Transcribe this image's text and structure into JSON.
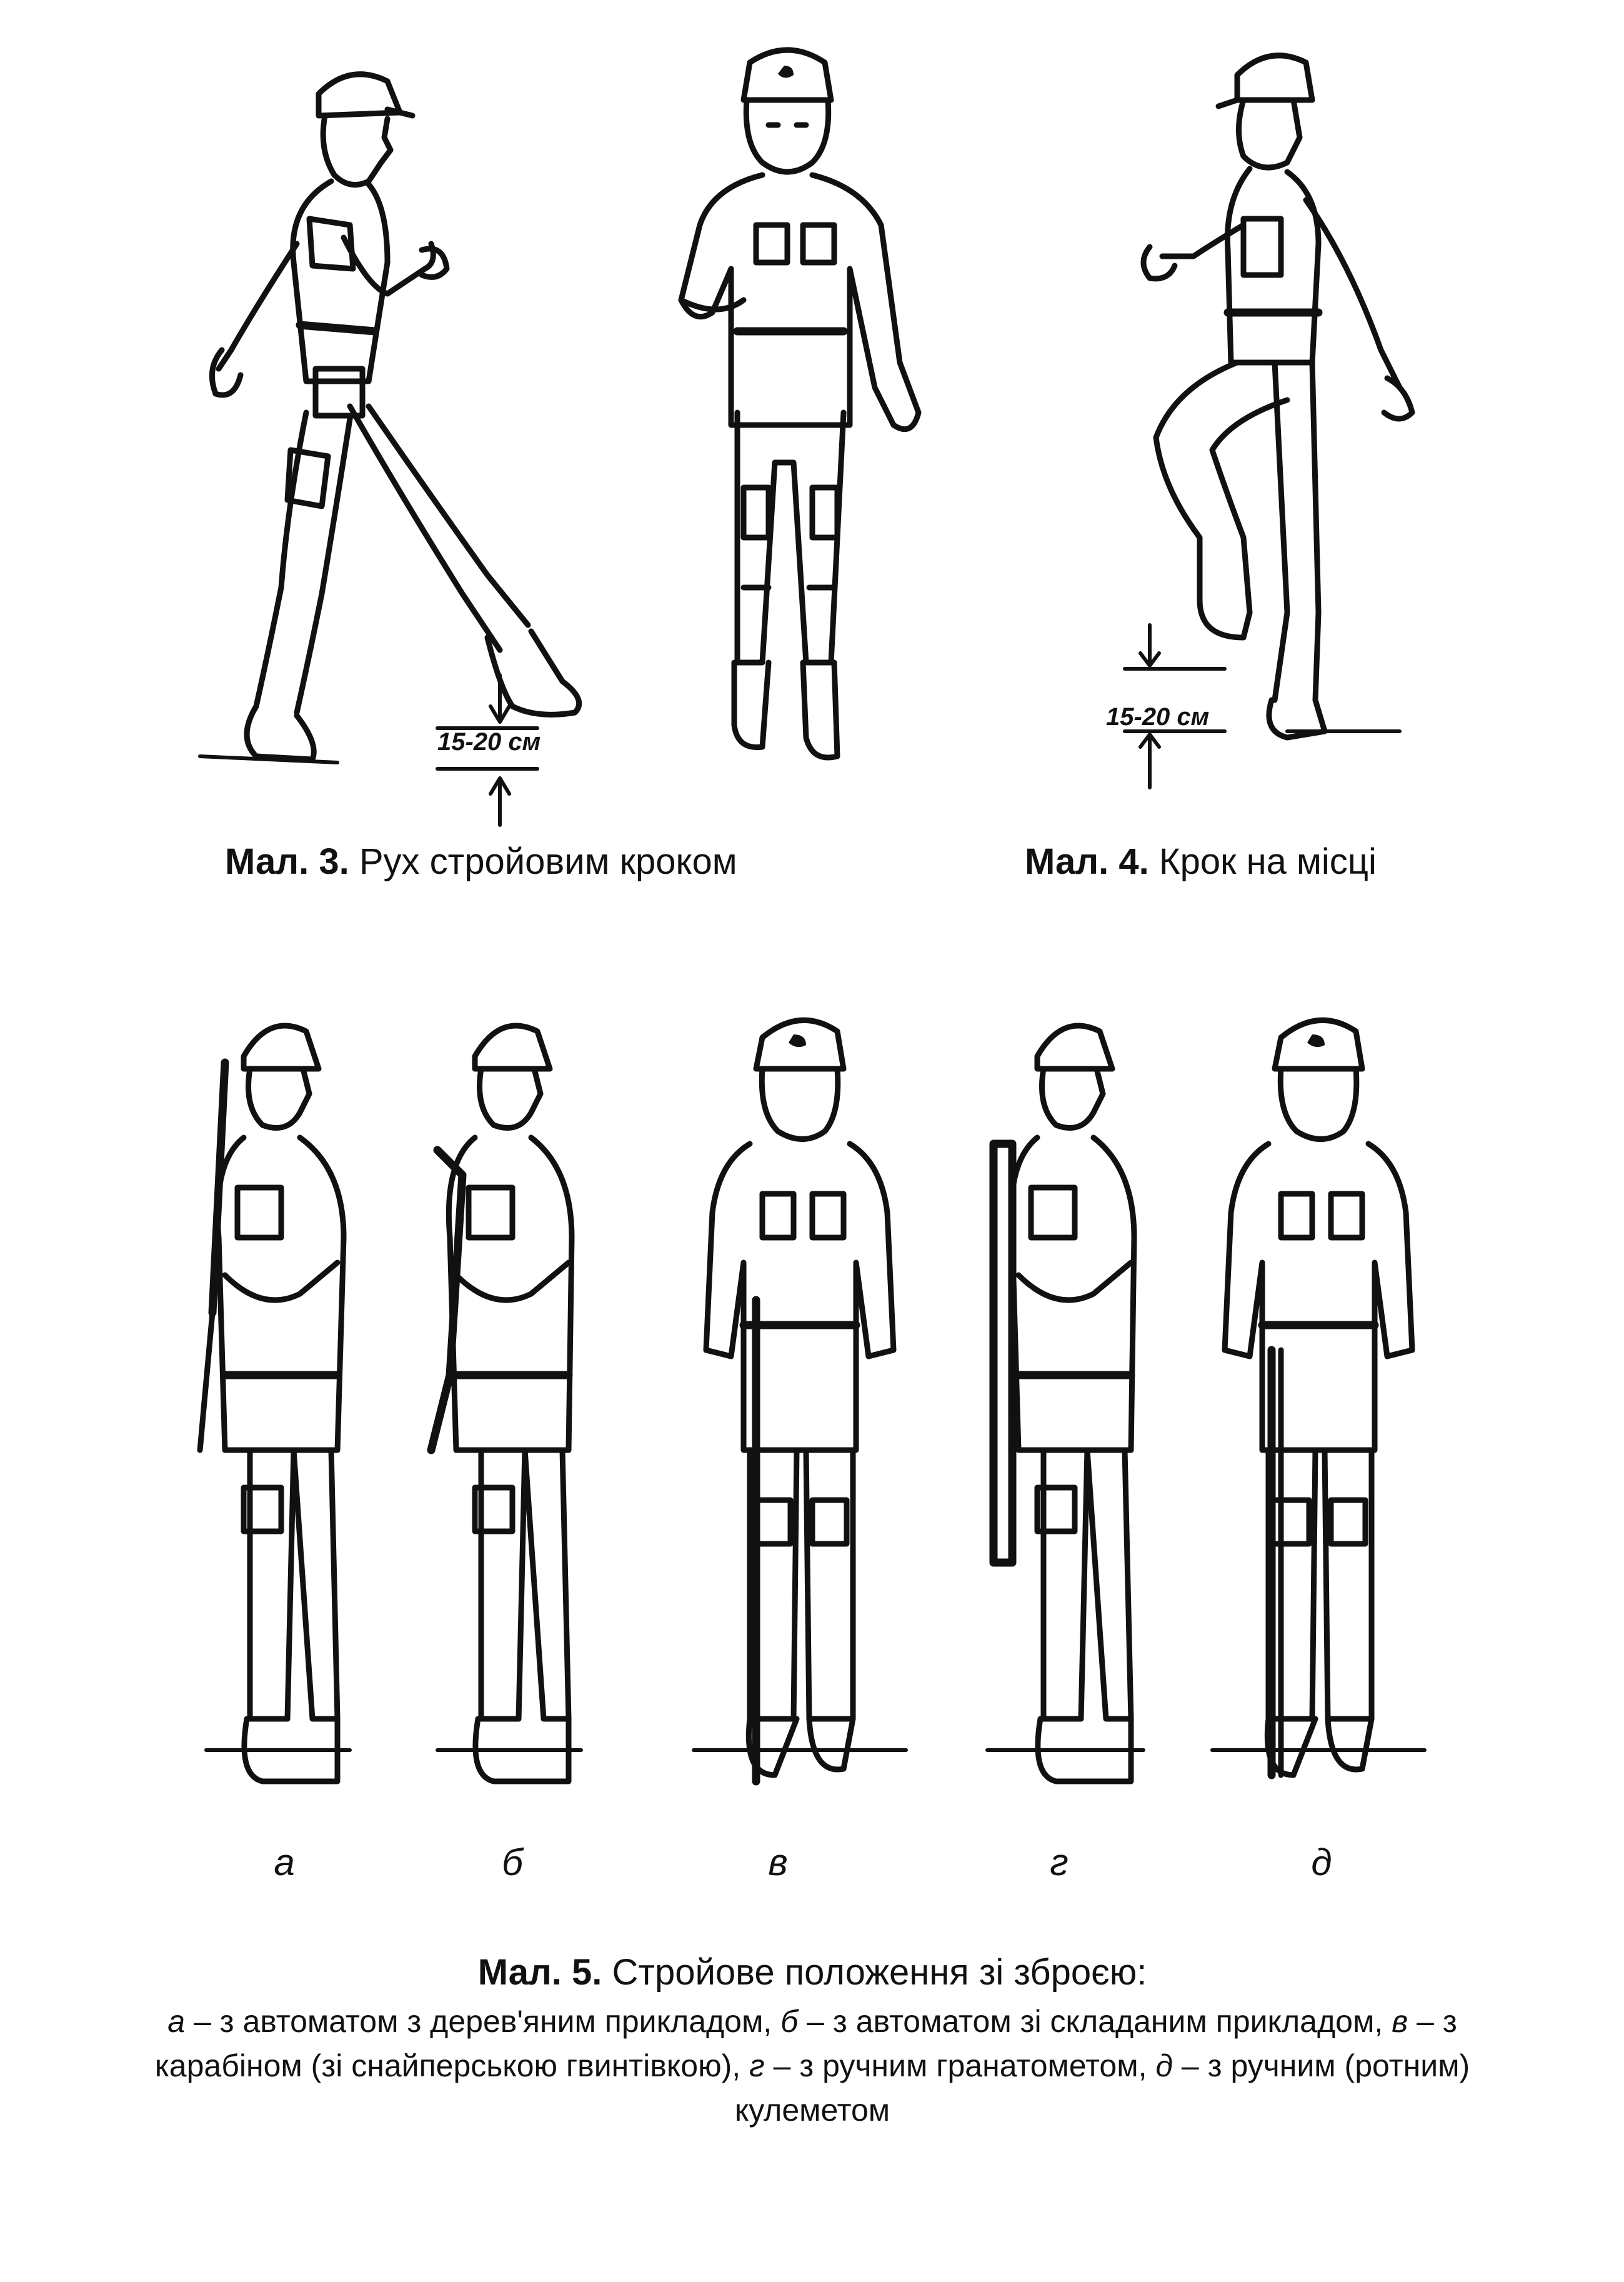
{
  "fig3": {
    "num": "Мал. 3.",
    "title": "Рух стройовим кроком",
    "dimension": "15-20 см"
  },
  "fig4": {
    "num": "Мал. 4.",
    "title": "Крок на місці",
    "dimension": "15-20 см"
  },
  "fig5": {
    "num": "Мал. 5.",
    "title": "Стройове положення зі зброєю:",
    "letters": [
      "а",
      "б",
      "в",
      "г",
      "д"
    ],
    "legend": [
      {
        "letter": "а",
        "text": " – з автоматом з дерев'яним прикладом, "
      },
      {
        "letter": "б",
        "text": " – з автоматом зі складаним прикладом, "
      },
      {
        "letter": "в",
        "text": " – з карабіном (зі снайперською гвинтівкою), "
      },
      {
        "letter": "г",
        "text": " – з ручним гранатометом, "
      },
      {
        "letter": "д",
        "text": " – з ручним (ротним) кулеметом"
      }
    ]
  }
}
